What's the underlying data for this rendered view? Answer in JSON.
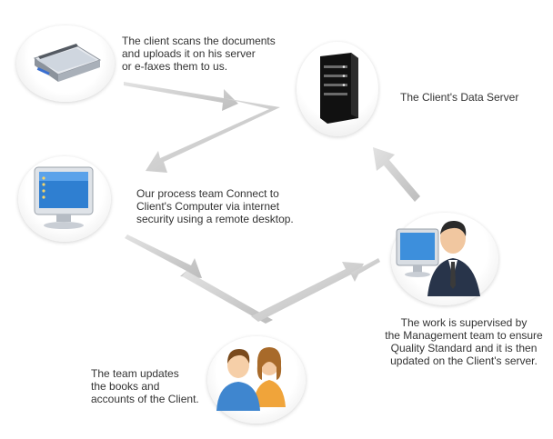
{
  "steps": [
    {
      "icon": "scanner-icon",
      "lines": [
        "The client scans the documents",
        "and uploads it on his server",
        "or e-faxes them to us."
      ]
    },
    {
      "icon": "server-icon",
      "lines": [
        "The Client's Data Server"
      ]
    },
    {
      "icon": "monitor-icon",
      "lines": [
        "Our process team Connect to",
        "Client's Computer via internet",
        "security using a remote desktop."
      ]
    },
    {
      "icon": "manager-at-computer-icon",
      "lines": [
        "The work is supervised by",
        "the Management team to ensure",
        "Quality Standard and it is then",
        "updated on the Client's server."
      ]
    },
    {
      "icon": "team-people-icon",
      "lines": [
        "The team updates",
        "the books and",
        "accounts of the Client."
      ]
    }
  ],
  "colors": {
    "arrow": "#c8c8c8",
    "text": "#333333",
    "screen": "#2f7fd1",
    "server": "#1a1a1a"
  }
}
